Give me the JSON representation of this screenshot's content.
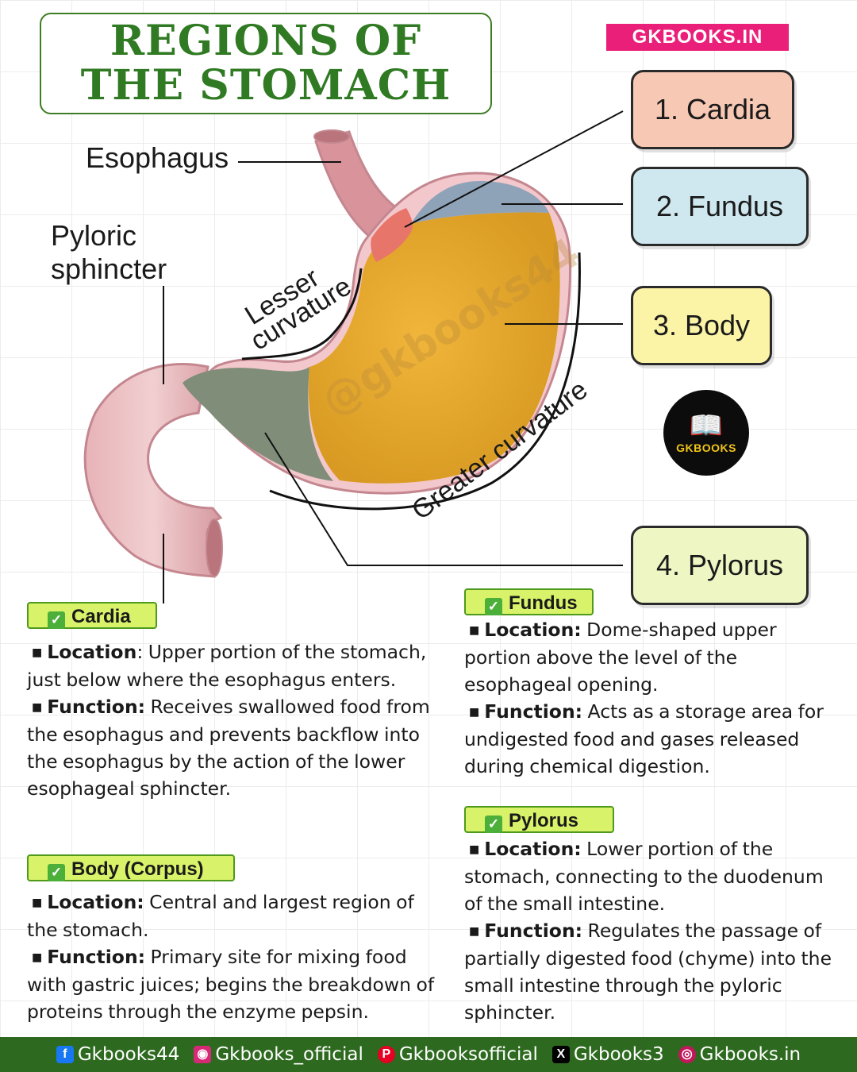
{
  "title": {
    "line1": "REGIONS OF",
    "line2": "THE STOMACH"
  },
  "brand_tag": "GKBOOKS.IN",
  "diagram": {
    "labels": {
      "esophagus": "Esophagus",
      "pyloric_line1": "Pyloric",
      "pyloric_line2": "sphincter",
      "lesser_curvature_1": "Lesser",
      "lesser_curvature_2": "curvature",
      "greater_curvature": "Greater curvature"
    },
    "watermark": "@gkbooks44",
    "colors": {
      "cardia": "#e8756a",
      "fundus": "#8fa3b8",
      "body": "#e5a52e",
      "pylorus": "#7e8c78",
      "wall": "#d89aa2"
    }
  },
  "region_boxes": {
    "cardia": "1. Cardia",
    "fundus": "2. Fundus",
    "body": "3. Body",
    "pylorus": "4. Pylorus"
  },
  "logo_text": "GKBOOKS",
  "sections": {
    "cardia": {
      "title": "Cardia",
      "location_label": "Location",
      "location_text": ": Upper portion of the stomach, just below where the esophagus enters.",
      "function_label": "Function:",
      "function_text": " Receives swallowed food from the esophagus and prevents backflow into the esophagus by the action of the lower esophageal sphincter."
    },
    "body": {
      "title": "Body (Corpus)",
      "location_label": "Location:",
      "location_text": " Central and largest region of the stomach.",
      "function_label": "Function:",
      "function_text": " Primary site for mixing food with gastric juices; begins the breakdown of proteins through the enzyme pepsin."
    },
    "fundus": {
      "title": "Fundus",
      "location_label": "Location:",
      "location_text": " Dome-shaped upper portion above the level of the esophageal opening.",
      "function_label": "Function:",
      "function_text": " Acts as a storage area for undigested food and gases released during chemical digestion."
    },
    "pylorus": {
      "title": "Pylorus",
      "location_label": "Location:",
      "location_text": " Lower portion of the stomach, connecting to the duodenum of the small intestine.",
      "function_label": "Function:",
      "function_text": " Regulates the passage of partially digested food (chyme) into the small intestine through the pyloric sphincter."
    }
  },
  "footer": {
    "facebook": "Gkbooks44",
    "instagram": "Gkbooks_official",
    "pinterest": "Gkbooksofficial",
    "x": "Gkbooks3",
    "website": "Gkbooks.in"
  }
}
